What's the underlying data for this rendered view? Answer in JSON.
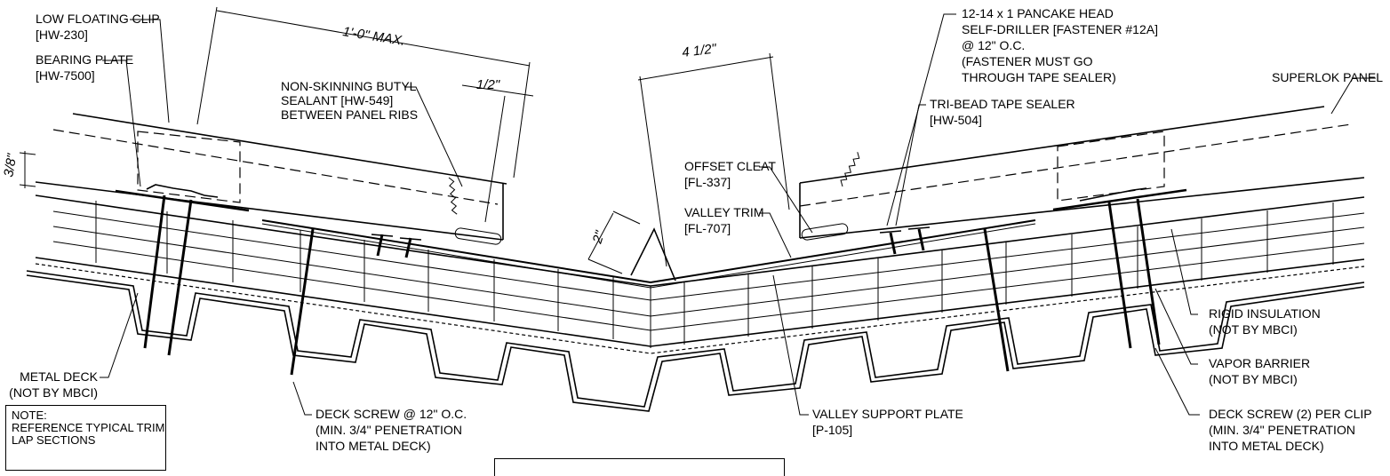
{
  "labels": {
    "low_floating_clip": [
      "LOW FLOATING CLIP",
      "[HW-230]"
    ],
    "bearing_plate": [
      "BEARING PLATE",
      "[HW-7500]"
    ],
    "butyl_sealant": [
      "NON-SKINNING BUTYL",
      "SEALANT [HW-549]",
      "BETWEEN PANEL RIBS"
    ],
    "pancake_screw": [
      "12-14 x 1 PANCAKE HEAD",
      "SELF-DRILLER [FASTENER #12A]",
      "@ 12\" O.C.",
      "(FASTENER MUST GO",
      "THROUGH TAPE SEALER)"
    ],
    "superlok_panel": [
      "SUPERLOK PANEL"
    ],
    "tri_bead": [
      "TRI-BEAD TAPE SEALER",
      "[HW-504]"
    ],
    "offset_cleat": [
      "OFFSET CLEAT",
      "[FL-337]"
    ],
    "valley_trim": [
      "VALLEY TRIM",
      "[FL-707]"
    ],
    "rigid_insulation": [
      "RIGID INSULATION",
      "(NOT BY MBCI)"
    ],
    "vapor_barrier": [
      "VAPOR BARRIER",
      "(NOT BY MBCI)"
    ],
    "deck_screw_clip": [
      "DECK SCREW (2) PER CLIP",
      "(MIN. 3/4\" PENETRATION",
      "INTO METAL DECK)"
    ],
    "valley_support": [
      "VALLEY SUPPORT PLATE",
      "[P-105]"
    ],
    "deck_screw_12": [
      "DECK SCREW @ 12\" O.C.",
      "(MIN. 3/4\" PENETRATION",
      "INTO METAL DECK)"
    ],
    "metal_deck": [
      "METAL DECK",
      "(NOT BY MBCI)"
    ]
  },
  "dimensions": {
    "max_len": "1'-0\" MAX.",
    "half": "1/2\"",
    "four_half": "4 1/2\"",
    "three_eighths": "3/8\"",
    "two": "2\""
  },
  "note": [
    "NOTE:",
    "REFERENCE TYPICAL TRIM",
    "LAP SECTIONS"
  ]
}
